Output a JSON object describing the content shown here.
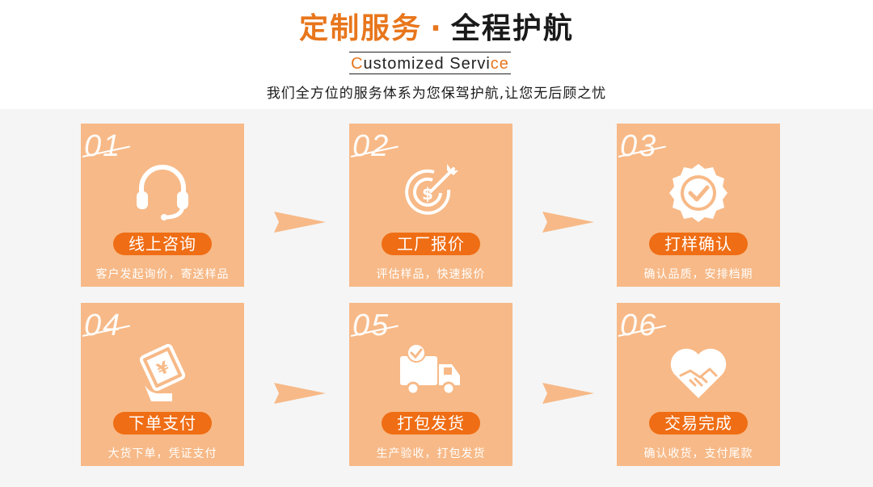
{
  "header": {
    "title_highlight": "定制服务",
    "title_dot": "·",
    "title_rest": "全程护航",
    "subtitle_first_letter": "C",
    "subtitle_middle": "ustomized Servi",
    "subtitle_last_letter": "ce",
    "description": "我们全方位的服务体系为您保驾护航,让您无后顾之忧"
  },
  "steps": [
    {
      "num": "01",
      "title": "线上咨询",
      "caption": "客户发起询价，寄送样品",
      "icon": "headset-icon"
    },
    {
      "num": "02",
      "title": "工厂报价",
      "caption": "评估样品，快速报价",
      "icon": "target-dollar-icon"
    },
    {
      "num": "03",
      "title": "打样确认",
      "caption": "确认品质，安排档期",
      "icon": "check-badge-icon"
    },
    {
      "num": "04",
      "title": "下单支付",
      "caption": "大货下单，凭证支付",
      "icon": "payment-card-icon"
    },
    {
      "num": "05",
      "title": "打包发货",
      "caption": "生产验收，打包发货",
      "icon": "delivery-truck-icon"
    },
    {
      "num": "06",
      "title": "交易完成",
      "caption": "确认收货，支付尾款",
      "icon": "handshake-heart-icon"
    }
  ],
  "colors": {
    "accent": "#e8761c",
    "card": "#f7b987",
    "pill": "#ef6d14",
    "arrow": "#f7b987"
  }
}
